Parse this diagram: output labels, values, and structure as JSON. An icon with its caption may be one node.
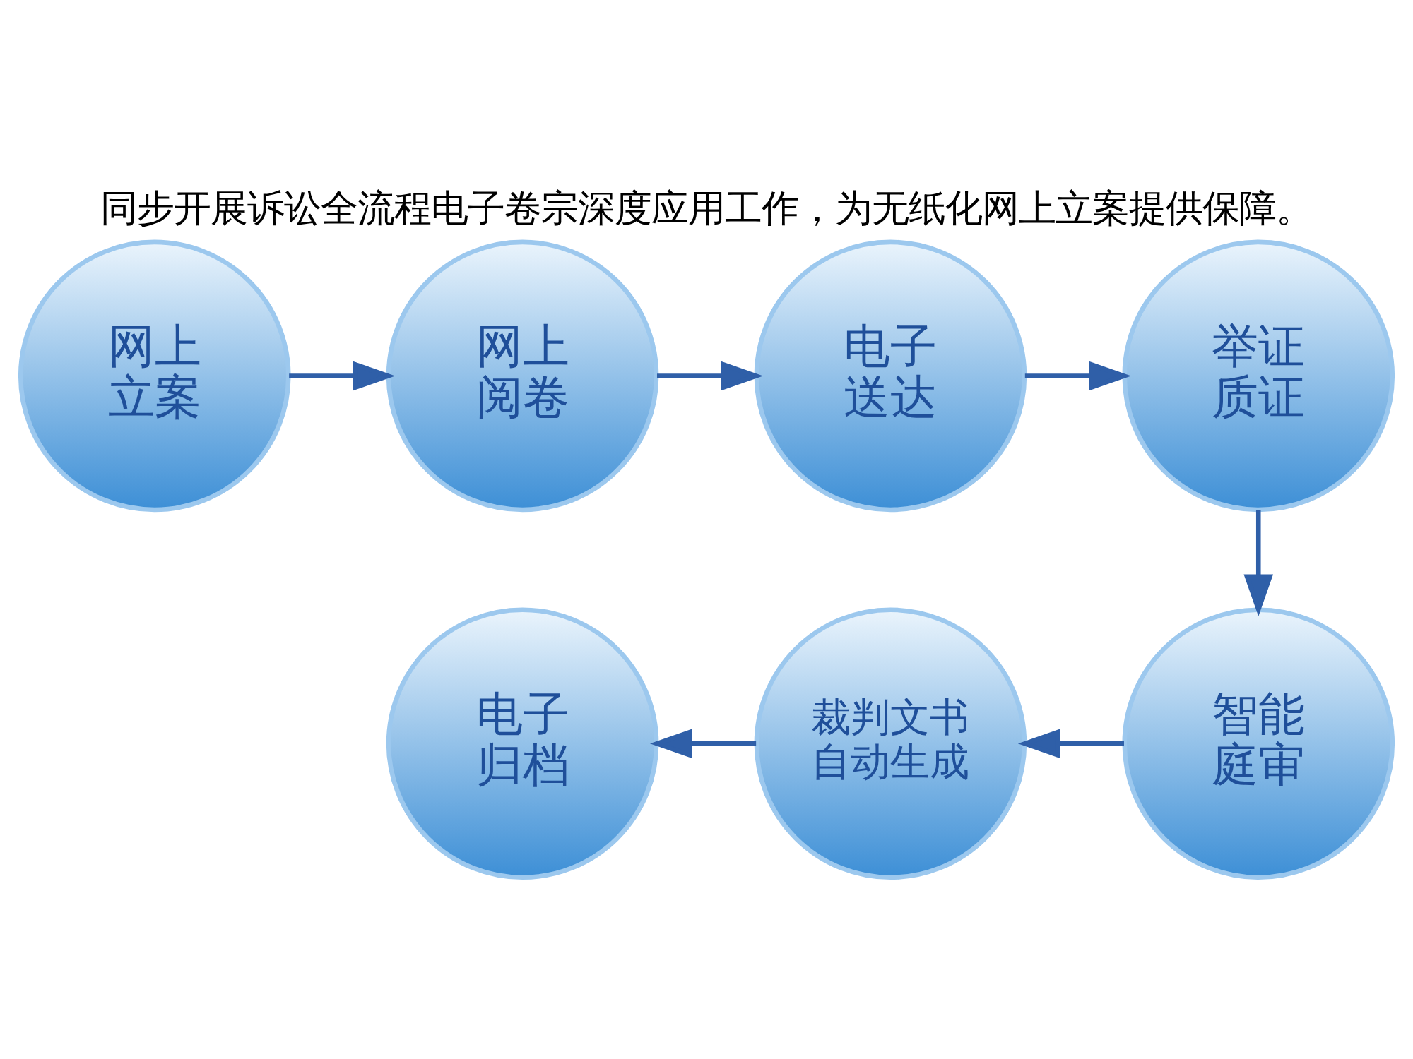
{
  "diagram": {
    "title": "同步开展诉讼全流程电子卷宗深度应用工作，为无纸化网上立案提供保障。",
    "nodes": [
      {
        "text": [
          "网上立案"
        ]
      },
      {
        "text": [
          "网上阅卷"
        ]
      },
      {
        "text": [
          "电子送达"
        ]
      },
      {
        "text": [
          "举证质证"
        ]
      },
      {
        "text": [
          "智能庭审"
        ]
      },
      {
        "text": [
          "裁判文书自动生成"
        ]
      },
      {
        "text": [
          "电子归档"
        ]
      }
    ],
    "edges": [
      {
        "from": 0,
        "to": 1,
        "arrow": "to"
      },
      {
        "from": 1,
        "to": 2,
        "arrow": "to"
      },
      {
        "from": 2,
        "to": 3,
        "arrow": "to"
      },
      {
        "from": 3,
        "to": 4,
        "arrow": "to"
      },
      {
        "from": 4,
        "to": 5,
        "arrow": "to"
      },
      {
        "from": 5,
        "to": 6,
        "arrow": "to"
      }
    ]
  }
}
